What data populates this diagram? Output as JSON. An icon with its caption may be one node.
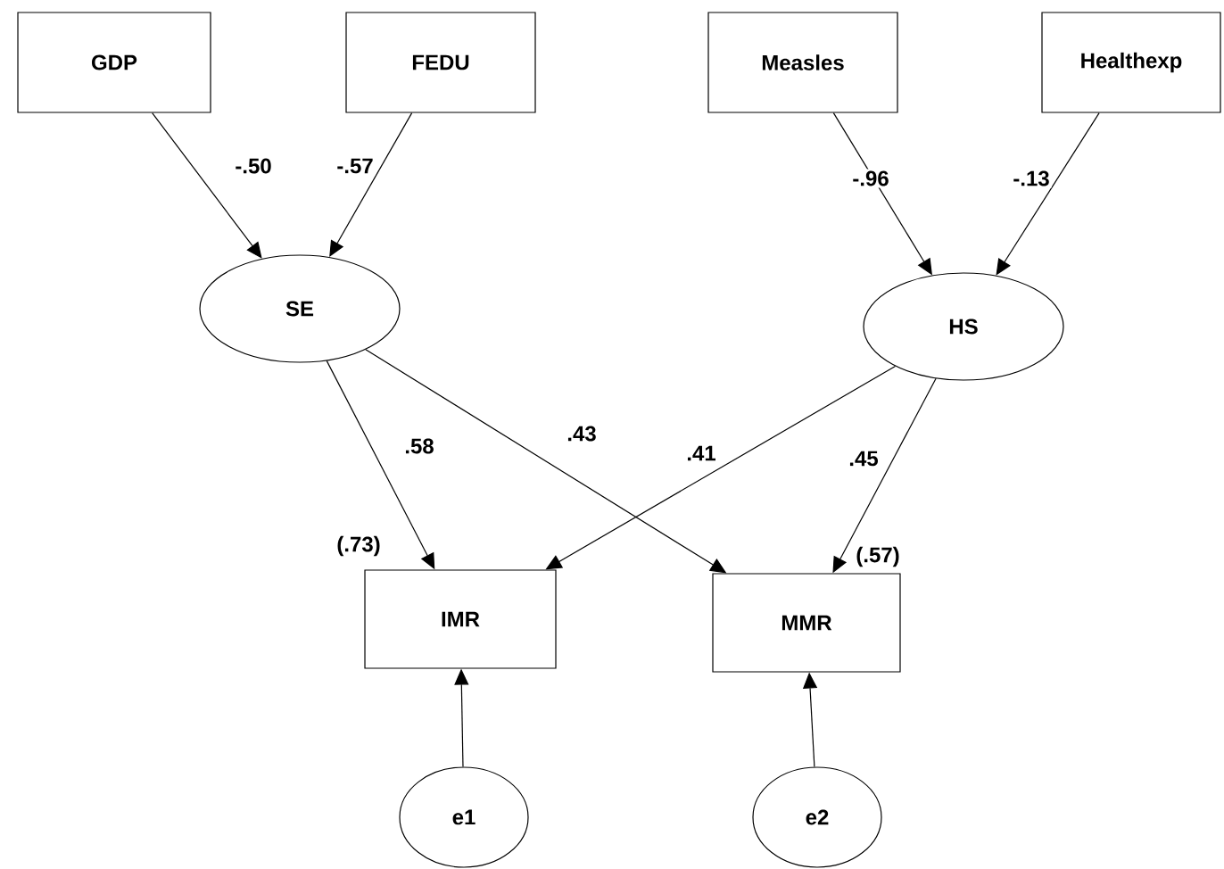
{
  "diagram": {
    "nodes": [
      {
        "text": [
          "GDP"
        ]
      },
      {
        "text": [
          "FEDU"
        ]
      },
      {
        "text": [
          "Measles"
        ]
      },
      {
        "text": [
          "Healthexp"
        ]
      },
      {
        "text": [
          "SE"
        ]
      },
      {
        "text": [
          "HS"
        ]
      },
      {
        "text": [
          "IMR"
        ],
        "beside": [
          "(.73)"
        ]
      },
      {
        "text": [
          "MMR"
        ],
        "beside": [
          "(.57)"
        ]
      },
      {
        "text": [
          "e1"
        ]
      },
      {
        "text": [
          "e2"
        ]
      }
    ],
    "edges": [
      {
        "from": 0,
        "to": 4,
        "arrow": "to",
        "label": "-.50"
      },
      {
        "from": 1,
        "to": 4,
        "arrow": "to",
        "label": "-.57"
      },
      {
        "from": 2,
        "to": 5,
        "arrow": "to",
        "label": "-.96"
      },
      {
        "from": 3,
        "to": 5,
        "arrow": "to",
        "label": "-.13"
      },
      {
        "from": 4,
        "to": 6,
        "arrow": "to",
        "label": ".58"
      },
      {
        "from": 4,
        "to": 7,
        "arrow": "to",
        "label": ".43"
      },
      {
        "from": 5,
        "to": 6,
        "arrow": "to",
        "label": ".41"
      },
      {
        "from": 5,
        "to": 7,
        "arrow": "to",
        "label": ".45"
      },
      {
        "from": 8,
        "to": 6,
        "arrow": "to"
      },
      {
        "from": 9,
        "to": 7,
        "arrow": "to"
      }
    ]
  }
}
